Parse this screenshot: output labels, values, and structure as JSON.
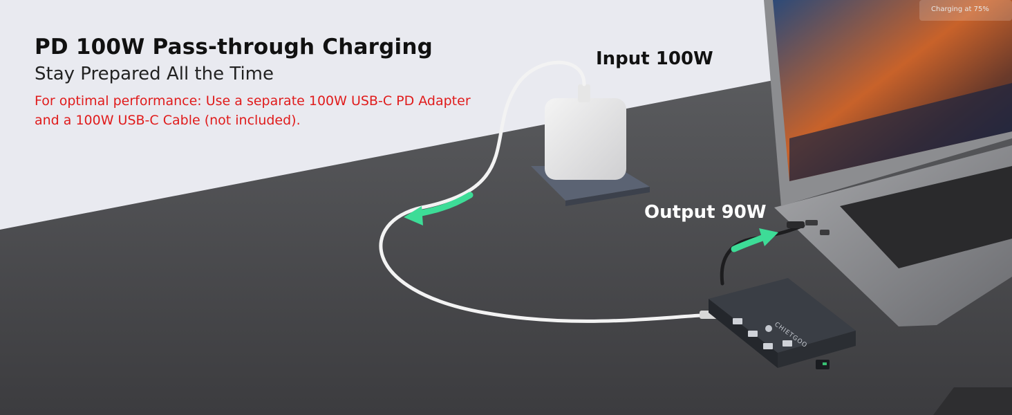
{
  "headline": {
    "title": "PD 100W Pass-through Charging",
    "subtitle": "Stay Prepared All the Time",
    "note": "For optimal performance: Use a separate 100W USB-C PD Adapter and a 100W USB-C Cable (not included)."
  },
  "callouts": {
    "input": "Input 100W",
    "output": "Output 90W"
  },
  "laptop": {
    "screen_status": "Charging at 75%"
  },
  "hub": {
    "brand": "CHIETGOO"
  },
  "colors": {
    "title": "#111111",
    "note": "#e01b1b",
    "callout_input": "#111111",
    "callout_output": "#ffffff",
    "arrow": "#3ddc97",
    "desk": "#4a4a4c",
    "wall": "#e9eaf0"
  },
  "icons": {
    "input_arrow": "arrow-left-icon",
    "output_arrow": "arrow-up-right-icon",
    "hub_logo": "brand-logo-icon",
    "ethernet": "network-icon"
  }
}
